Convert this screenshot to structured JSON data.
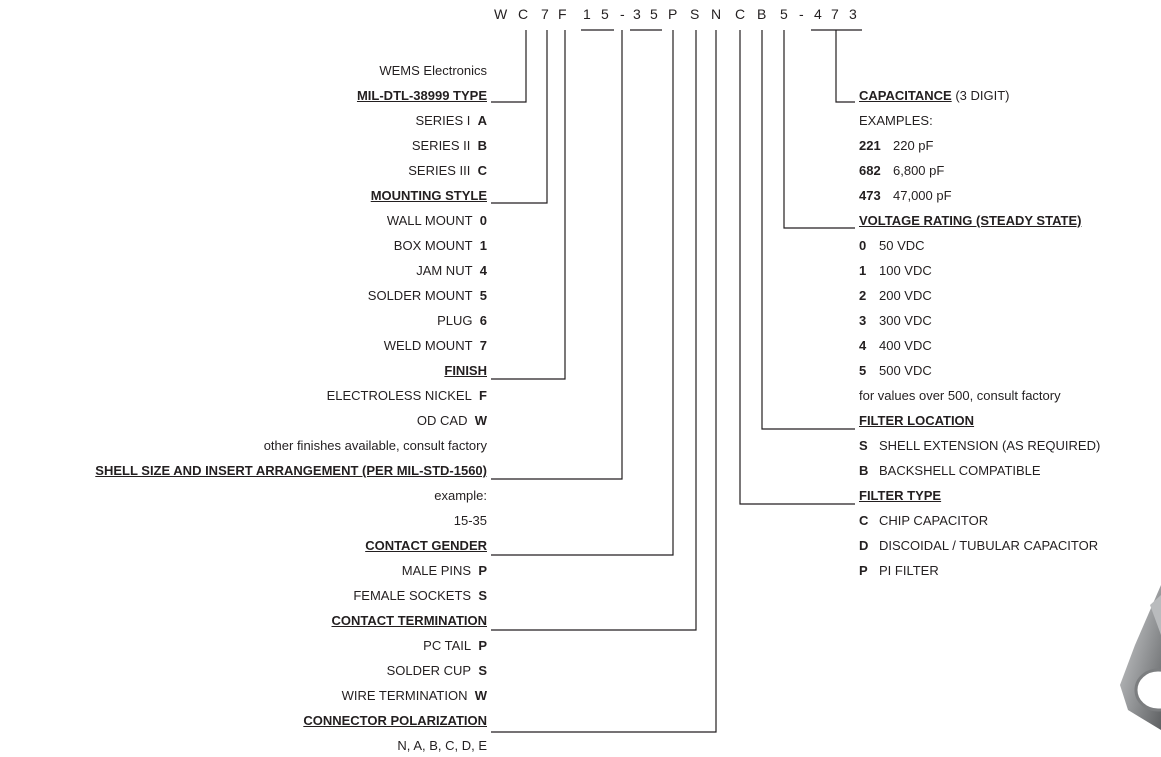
{
  "part_number": [
    "W",
    "C",
    "7",
    "F",
    "1",
    "5",
    "-",
    "3",
    "5",
    "P",
    "S",
    "N",
    "C",
    "B",
    "5",
    "-",
    "4",
    "7",
    "3"
  ],
  "left": {
    "manufacturer": "WEMS Electronics",
    "type": {
      "heading": "MIL-DTL-38999 TYPE",
      "items": [
        [
          "SERIES I",
          "A"
        ],
        [
          "SERIES II",
          "B"
        ],
        [
          "SERIES III",
          "C"
        ]
      ]
    },
    "mounting": {
      "heading": "MOUNTING STYLE",
      "items": [
        [
          "WALL MOUNT",
          "0"
        ],
        [
          "BOX MOUNT",
          "1"
        ],
        [
          "JAM NUT",
          "4"
        ],
        [
          "SOLDER MOUNT",
          "5"
        ],
        [
          "PLUG",
          "6"
        ],
        [
          "WELD MOUNT",
          "7"
        ]
      ]
    },
    "finish": {
      "heading": "FINISH",
      "items": [
        [
          "ELECTROLESS NICKEL",
          "F"
        ],
        [
          "OD CAD",
          "W"
        ]
      ],
      "note": "other finishes available, consult factory"
    },
    "shell": {
      "heading": "SHELL SIZE AND INSERT ARRANGEMENT (PER MIL-STD-1560)",
      "example_label": "example:",
      "example": "15-35"
    },
    "gender": {
      "heading": "CONTACT GENDER",
      "items": [
        [
          "MALE PINS",
          "P"
        ],
        [
          "FEMALE SOCKETS",
          "S"
        ]
      ]
    },
    "termination": {
      "heading": "CONTACT TERMINATION",
      "items": [
        [
          "PC TAIL",
          "P"
        ],
        [
          "SOLDER CUP",
          "S"
        ],
        [
          "WIRE TERMINATION",
          "W"
        ]
      ]
    },
    "polarization": {
      "heading": "CONNECTOR POLARIZATION",
      "values": "N, A, B, C, D, E"
    }
  },
  "right": {
    "capacitance": {
      "heading": "CAPACITANCE",
      "suffix": "(3 DIGIT)",
      "examples_label": "EXAMPLES:",
      "items": [
        [
          "221",
          "220 pF"
        ],
        [
          "682",
          "6,800 pF"
        ],
        [
          "473",
          "47,000 pF"
        ]
      ]
    },
    "voltage": {
      "heading": "VOLTAGE RATING (STEADY STATE)",
      "items": [
        [
          "0",
          "50 VDC"
        ],
        [
          "1",
          "100 VDC"
        ],
        [
          "2",
          "200 VDC"
        ],
        [
          "3",
          "300 VDC"
        ],
        [
          "4",
          "400 VDC"
        ],
        [
          "5",
          "500 VDC"
        ]
      ],
      "note": "for values over 500, consult factory"
    },
    "location": {
      "heading": "FILTER LOCATION",
      "items": [
        [
          "S",
          "SHELL EXTENSION (AS REQUIRED)"
        ],
        [
          "B",
          "BACKSHELL COMPATIBLE"
        ]
      ]
    },
    "filter_type": {
      "heading": "FILTER TYPE",
      "items": [
        [
          "C",
          "CHIP CAPACITOR"
        ],
        [
          "D",
          "DISCOIDAL / TUBULAR CAPACITOR"
        ],
        [
          "P",
          "PI FILTER"
        ]
      ]
    }
  },
  "colors": {
    "text": "#231f20",
    "photo": "#9a9c9e"
  }
}
